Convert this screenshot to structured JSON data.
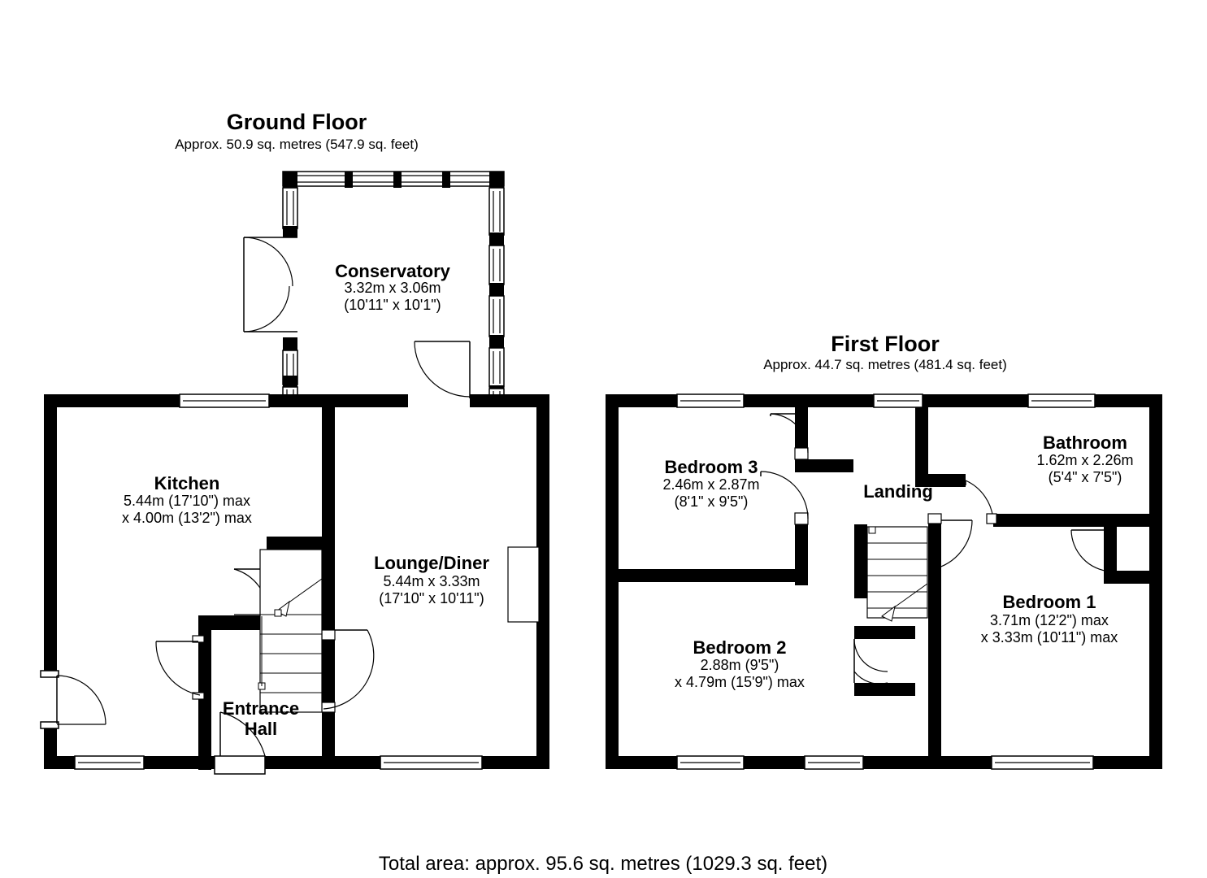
{
  "document": {
    "type": "floor-plan",
    "total_area_text": "Total area: approx. 95.6 sq. metres (1029.3 sq. feet)"
  },
  "floors": [
    {
      "id": "ground-floor",
      "title": "Ground Floor",
      "area_text": "Approx. 50.9 sq. metres (547.9 sq. feet)",
      "rooms": [
        {
          "id": "conservatory",
          "name": "Conservatory",
          "dim_metric": "3.32m x 3.06m",
          "dim_imperial": "(10'11\" x 10'1\")"
        },
        {
          "id": "kitchen",
          "name": "Kitchen",
          "dim_metric": "5.44m (17'10\") max",
          "dim_imperial": "x 4.00m (13'2\") max"
        },
        {
          "id": "lounge-diner",
          "name": "Lounge/Diner",
          "dim_metric": "5.44m x 3.33m",
          "dim_imperial": "(17'10\" x 10'11\")"
        },
        {
          "id": "entrance-hall",
          "name_line1": "Entrance",
          "name_line2": "Hall",
          "dim_metric": "",
          "dim_imperial": ""
        }
      ]
    },
    {
      "id": "first-floor",
      "title": "First Floor",
      "area_text": "Approx. 44.7 sq. metres (481.4 sq. feet)",
      "rooms": [
        {
          "id": "bedroom-3",
          "name": "Bedroom 3",
          "dim_metric": "2.46m x 2.87m",
          "dim_imperial": "(8'1\" x 9'5\")"
        },
        {
          "id": "bathroom",
          "name": "Bathroom",
          "dim_metric": "1.62m x 2.26m",
          "dim_imperial": "(5'4\" x 7'5\")"
        },
        {
          "id": "landing",
          "name": "Landing",
          "dim_metric": "",
          "dim_imperial": ""
        },
        {
          "id": "bedroom-2",
          "name": "Bedroom 2",
          "dim_metric": "2.88m (9'5\")",
          "dim_imperial": "x 4.79m (15'9\") max"
        },
        {
          "id": "bedroom-1",
          "name": "Bedroom 1",
          "dim_metric": "3.71m (12'2\") max",
          "dim_imperial": "x 3.33m (10'11\") max"
        }
      ]
    }
  ],
  "colors": {
    "wall": "#000000",
    "background": "#ffffff",
    "line": "#000000"
  }
}
